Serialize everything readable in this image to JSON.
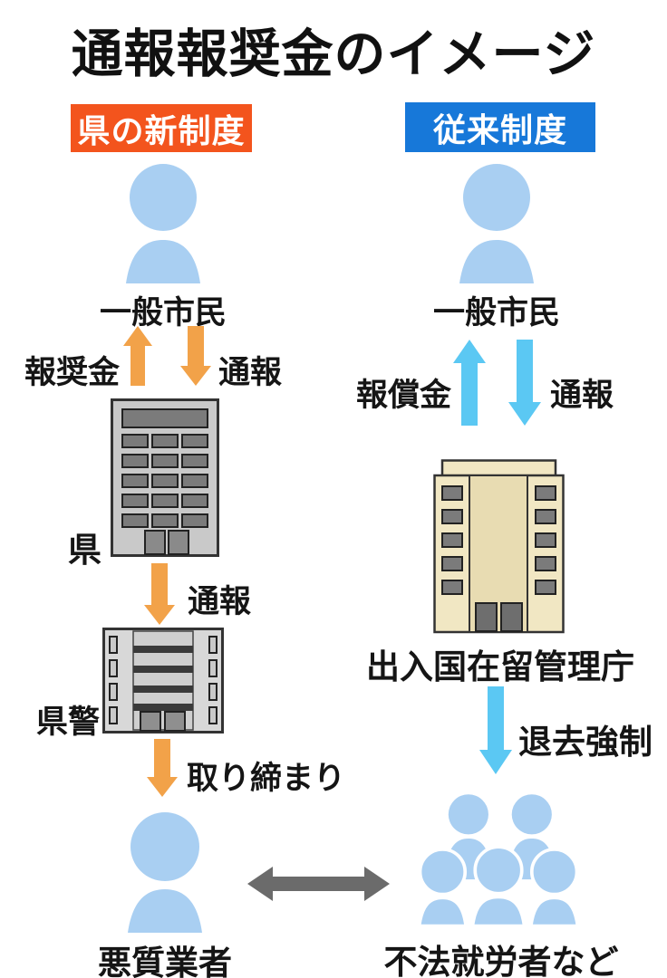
{
  "title": "通報報奨金のイメージ",
  "colors": {
    "new_system_header_bg": "#F3541D",
    "old_system_header_bg": "#1778D9",
    "header_text": "#FFFFFF",
    "person_fill": "#A9CFF2",
    "orange_arrow": "#F2A249",
    "blue_arrow": "#5BC8F3",
    "gray_arrow": "#6B6B6B",
    "pref_building_body": "#C9C9C9",
    "police_building_body": "#D8D8D8",
    "agency_building_body": "#F1E7C3",
    "window_fill": "#7B7B7B"
  },
  "left_flow": {
    "header": "県の新制度",
    "citizen_label": "一般市民",
    "reward_label": "報奨金",
    "report_label": "通報",
    "prefecture_label": "県",
    "report2_label": "通報",
    "police_label": "県警",
    "crackdown_label": "取り締まり",
    "business_label": "悪質業者"
  },
  "right_flow": {
    "header": "従来制度",
    "citizen_label": "一般市民",
    "reward_label": "報償金",
    "report_label": "通報",
    "agency_label": "出入国在留管理庁",
    "deport_label": "退去強制",
    "workers_label": "不法就労者など"
  }
}
